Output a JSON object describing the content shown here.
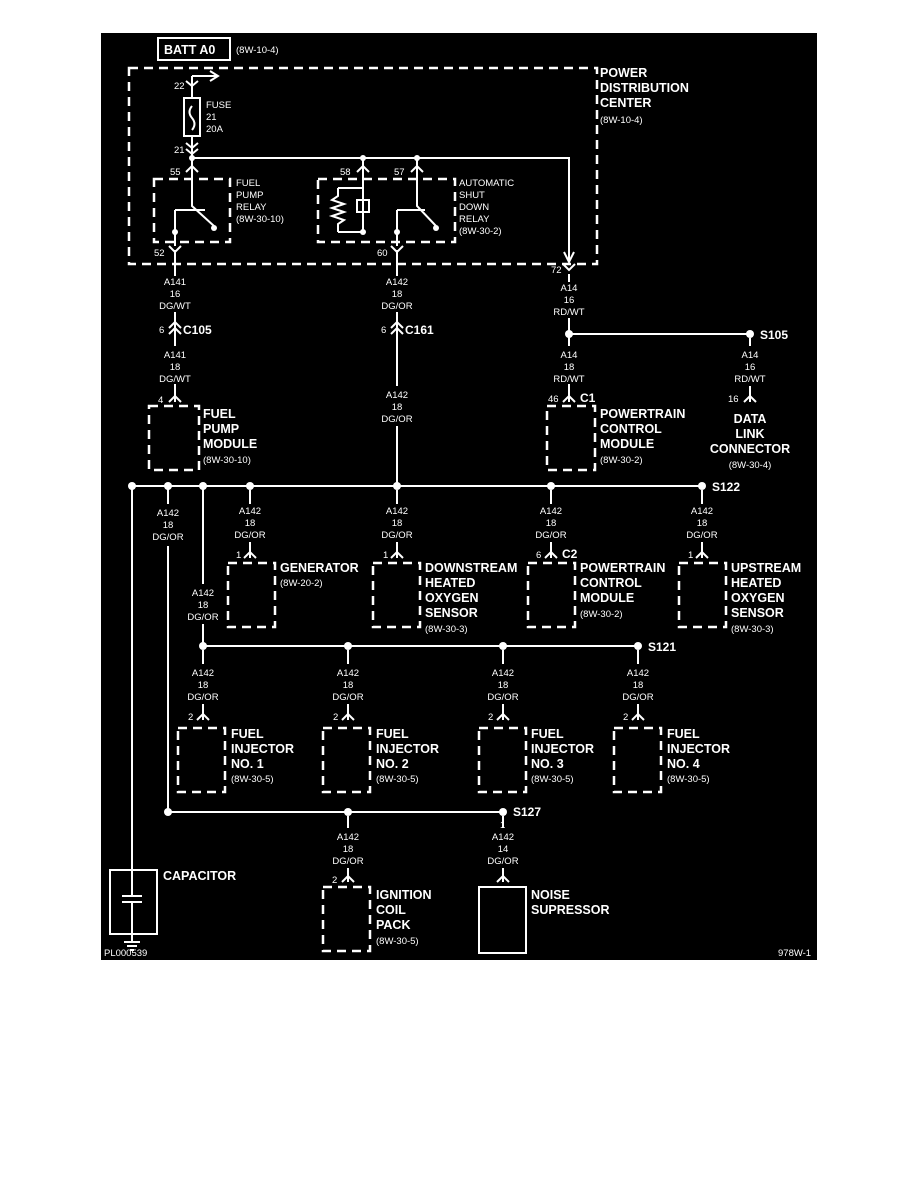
{
  "colors": {
    "background": "#000000",
    "foreground": "#ffffff",
    "page": "#ffffff"
  },
  "header": {
    "batt": "BATT A0",
    "batt_ref": "(8W-10-4)"
  },
  "pdc": {
    "title": [
      "POWER",
      "DISTRIBUTION",
      "CENTER"
    ],
    "ref": "(8W-10-4)",
    "fuse": [
      "FUSE",
      "21",
      "20A"
    ],
    "pins": {
      "p22": "22",
      "p21": "21",
      "p55": "55",
      "p52": "52",
      "p58": "58",
      "p57": "57",
      "p60": "60",
      "p72": "72"
    },
    "fuel_pump_relay": [
      "FUEL",
      "PUMP",
      "RELAY",
      "(8W-30-10)"
    ],
    "asd_relay": [
      "AUTOMATIC",
      "SHUT",
      "DOWN",
      "RELAY",
      "(8W-30-2)"
    ]
  },
  "wires": {
    "a141_top": [
      "A141",
      "16",
      "DG/WT"
    ],
    "a141_bottom": [
      "A141",
      "18",
      "DG/WT"
    ],
    "a142_top": [
      "A142",
      "18",
      "DG/OR"
    ],
    "a142_mid": [
      "A142",
      "18",
      "DG/OR"
    ],
    "a14_top": [
      "A14",
      "16",
      "RD/WT"
    ],
    "a14_pcm": [
      "A14",
      "18",
      "RD/WT"
    ],
    "a14_dlc": [
      "A14",
      "16",
      "RD/WT"
    ],
    "a142_left": [
      "A142",
      "18",
      "DG/OR"
    ],
    "a142_gen": [
      "A142",
      "18",
      "DG/OR"
    ],
    "a142_down": [
      "A142",
      "18",
      "DG/OR"
    ],
    "a142_pcm": [
      "A142",
      "18",
      "DG/OR"
    ],
    "a142_up": [
      "A142",
      "18",
      "DG/OR"
    ],
    "a142_s121": [
      "A142",
      "18",
      "DG/OR"
    ],
    "a142_inj1": [
      "A142",
      "18",
      "DG/OR"
    ],
    "a142_inj2": [
      "A142",
      "18",
      "DG/OR"
    ],
    "a142_inj3": [
      "A142",
      "18",
      "DG/OR"
    ],
    "a142_inj4": [
      "A142",
      "18",
      "DG/OR"
    ],
    "a142_coil": [
      "A142",
      "18",
      "DG/OR"
    ],
    "a142_noise": [
      "A142",
      "14",
      "DG/OR"
    ]
  },
  "connectors": {
    "c105": "C105",
    "c105_pin": "6",
    "c161": "C161",
    "c161_pin": "6",
    "c1": "C1",
    "c1_pin": "46",
    "c2": "C2",
    "c2_pin": "6"
  },
  "splices": {
    "s105": "S105",
    "s122": "S122",
    "s121": "S121",
    "s127": "S127",
    "s127_pin": "1"
  },
  "components": {
    "fuel_pump_module": {
      "pin": "4",
      "label": [
        "FUEL",
        "PUMP",
        "MODULE"
      ],
      "ref": "(8W-30-10)"
    },
    "pcm_c1": {
      "label": [
        "POWERTRAIN",
        "CONTROL",
        "MODULE"
      ],
      "ref": "(8W-30-2)"
    },
    "dlc": {
      "pin": "16",
      "label": [
        "DATA",
        "LINK",
        "CONNECTOR"
      ],
      "ref": "(8W-30-4)"
    },
    "generator": {
      "pin": "1",
      "label": [
        "GENERATOR"
      ],
      "ref": "(8W-20-2)"
    },
    "downstream": {
      "pin": "1",
      "label": [
        "DOWNSTREAM",
        "HEATED",
        "OXYGEN",
        "SENSOR"
      ],
      "ref": "(8W-30-3)"
    },
    "pcm_c2": {
      "label": [
        "POWERTRAIN",
        "CONTROL",
        "MODULE"
      ],
      "ref": "(8W-30-2)"
    },
    "upstream": {
      "pin": "1",
      "label": [
        "UPSTREAM",
        "HEATED",
        "OXYGEN",
        "SENSOR"
      ],
      "ref": "(8W-30-3)"
    },
    "inj1": {
      "pin": "2",
      "label": [
        "FUEL",
        "INJECTOR",
        "NO. 1"
      ],
      "ref": "(8W-30-5)"
    },
    "inj2": {
      "pin": "2",
      "label": [
        "FUEL",
        "INJECTOR",
        "NO. 2"
      ],
      "ref": "(8W-30-5)"
    },
    "inj3": {
      "pin": "2",
      "label": [
        "FUEL",
        "INJECTOR",
        "NO. 3"
      ],
      "ref": "(8W-30-5)"
    },
    "inj4": {
      "pin": "2",
      "label": [
        "FUEL",
        "INJECTOR",
        "NO. 4"
      ],
      "ref": "(8W-30-5)"
    },
    "capacitor": {
      "label": [
        "CAPACITOR"
      ]
    },
    "coil": {
      "pin": "2",
      "label": [
        "IGNITION",
        "COIL",
        "PACK"
      ],
      "ref": "(8W-30-5)"
    },
    "noise": {
      "label": [
        "NOISE",
        "SUPRESSOR"
      ]
    }
  },
  "footer": {
    "left": "PL000539",
    "right": "978W-1"
  }
}
